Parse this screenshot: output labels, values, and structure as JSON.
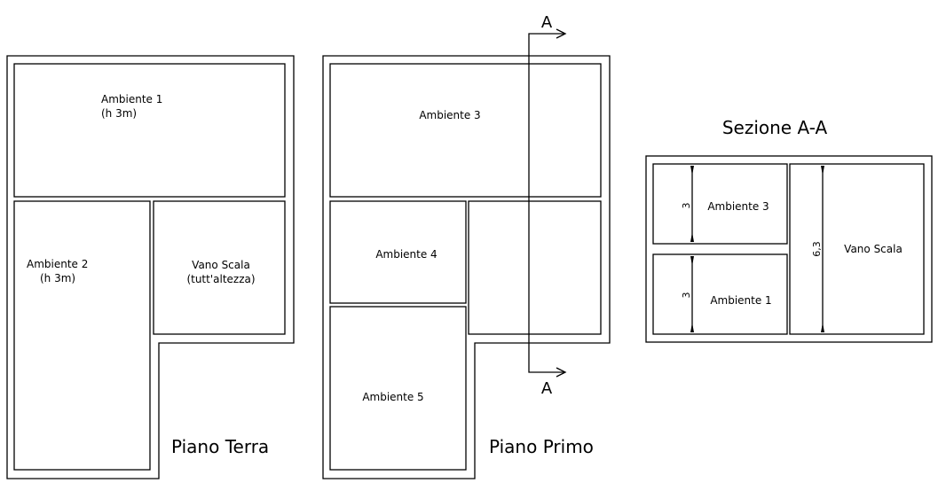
{
  "piano_terra": {
    "title": "Piano Terra",
    "ambiente1": {
      "name": "Ambiente 1",
      "note": "(h 3m)"
    },
    "ambiente2": {
      "name": "Ambiente 2",
      "note": "(h 3m)"
    },
    "vano_scala": {
      "name": "Vano Scala",
      "note": "(tutt'altezza)"
    }
  },
  "piano_primo": {
    "title": "Piano Primo",
    "ambiente3": "Ambiente 3",
    "ambiente4": "Ambiente 4",
    "ambiente5": "Ambiente 5",
    "section_mark_top": "A",
    "section_mark_bottom": "A"
  },
  "sezione": {
    "title": "Sezione A-A",
    "ambiente3": "Ambiente 3",
    "ambiente1": "Ambiente 1",
    "vano_scala": "Vano Scala",
    "dim_ambiente3": "3",
    "dim_ambiente1": "3",
    "dim_vano_scala": "6,3"
  }
}
